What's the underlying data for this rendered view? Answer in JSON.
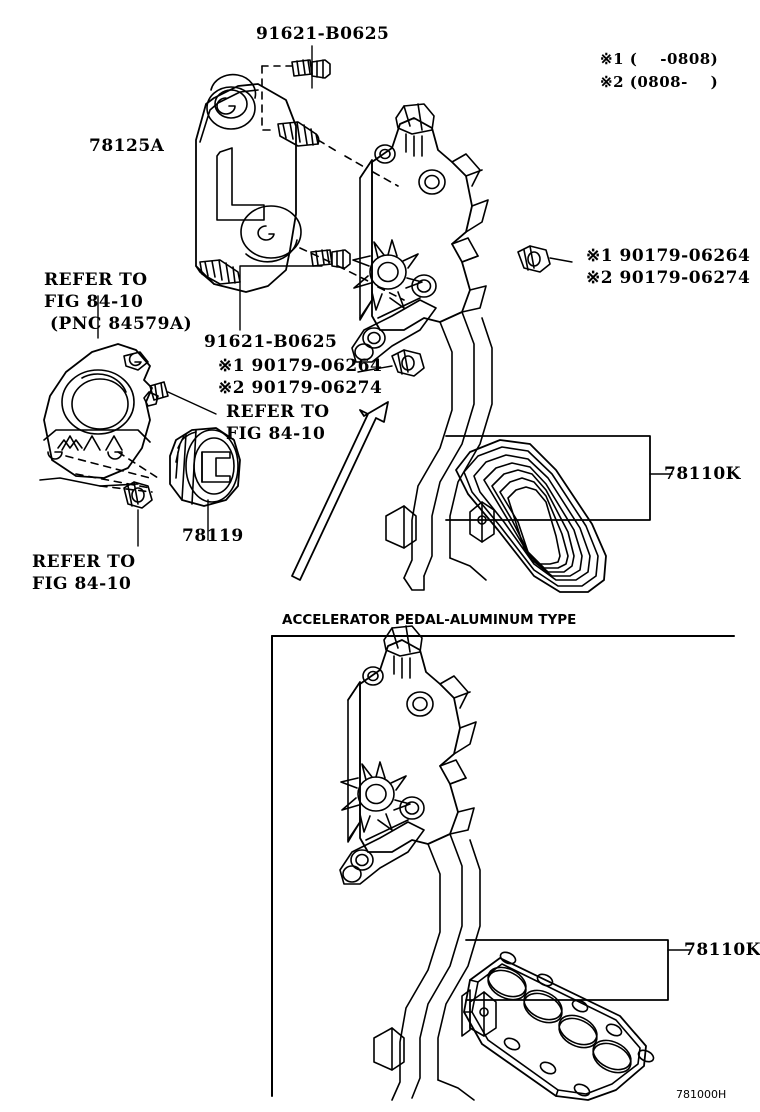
{
  "sheet": {
    "figure_code": "781000H",
    "section_caption": "ACCELERATOR PEDAL-ALUMINUM TYPE"
  },
  "notes": {
    "note1": "※1 (    -0808)",
    "note2": "※2 (0808-    )"
  },
  "labels": {
    "bolt_top": "91621-B0625",
    "cover_plate": "78125A",
    "refer_sensor_line1": "REFER TO",
    "refer_sensor_line2": "FIG 84-10",
    "refer_sensor_line3": "(PNC 84579A)",
    "bolt_mid": "91621-B0625",
    "nut_mid_1": "※1 90179-06264",
    "nut_mid_2": "※2 90179-06274",
    "nut_right_1": "※1 90179-06264",
    "nut_right_2": "※2 90179-06274",
    "refer_connector_line1": "REFER TO",
    "refer_connector_line2": "FIG 84-10",
    "connector": "78119",
    "refer_nut_line1": "REFER TO",
    "refer_nut_line2": "FIG 84-10",
    "pad_rubber": "78110K",
    "pad_aluminum": "78110K"
  },
  "colors": {
    "line": "#000000",
    "background": "#ffffff"
  }
}
